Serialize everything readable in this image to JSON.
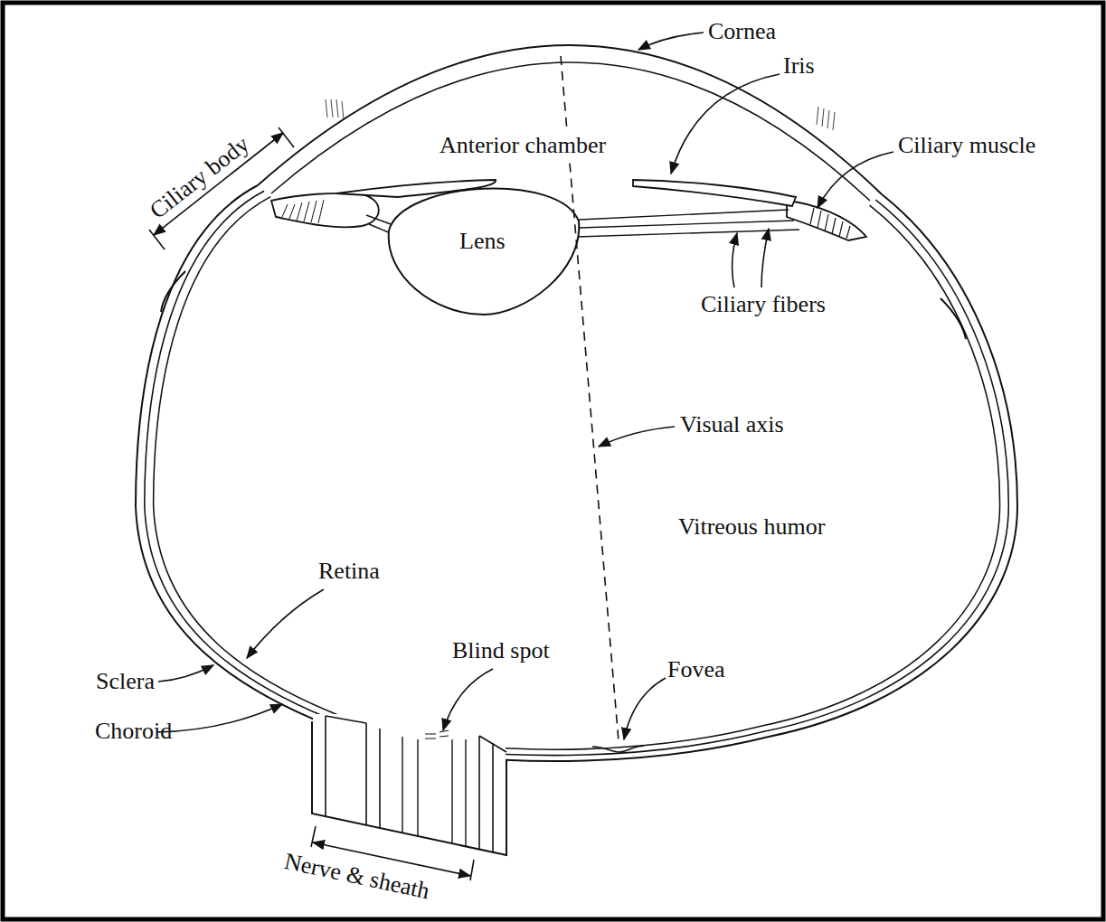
{
  "diagram": {
    "labels": [
      "Cornea",
      "Iris",
      "Ciliary muscle",
      "Ciliary body",
      "Anterior chamber",
      "Lens",
      "Ciliary fibers",
      "Visual axis",
      "Vitreous humor",
      "Retina",
      "Sclera",
      "Choroid",
      "Blind spot",
      "Fovea",
      "Nerve & sheath"
    ]
  }
}
